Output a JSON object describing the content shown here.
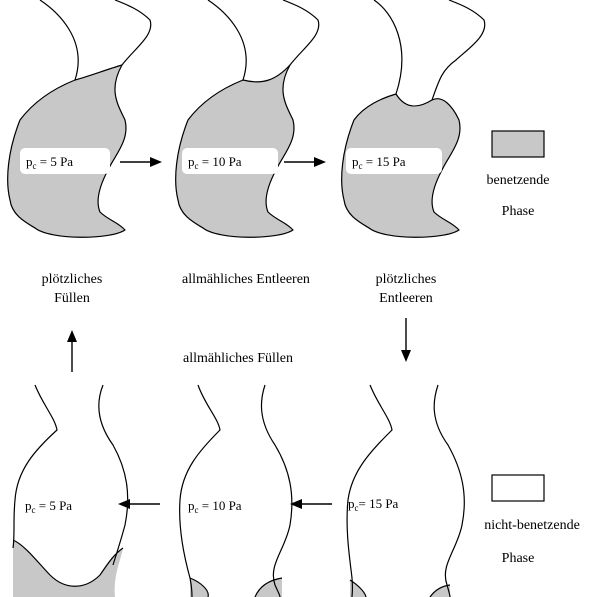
{
  "pressure_labels": {
    "top_1": {
      "p": "p",
      "sub": "c",
      "value": " =  5  Pa"
    },
    "top_2": {
      "p": "p",
      "sub": "c",
      "value": " = 10  Pa"
    },
    "top_3": {
      "p": "p",
      "sub": "c",
      "value": " = 15  Pa"
    },
    "bottom_1": {
      "p": "p",
      "sub": "c",
      "value": " =  5  Pa"
    },
    "bottom_2": {
      "p": "p",
      "sub": "c",
      "value": " = 10  Pa"
    },
    "bottom_3": {
      "p": "p",
      "sub": "c",
      "value": "=  15  Pa"
    }
  },
  "process_labels": {
    "sudden_filling_1": "plötzliches",
    "sudden_filling_2": "Füllen",
    "gradual_draining": "allmähliches  Entleeren",
    "sudden_draining_1": "plötzliches",
    "sudden_draining_2": "Entleeren",
    "gradual_filling": "allmähliches  Füllen"
  },
  "legend": {
    "wetting_1": "benetzende",
    "wetting_2": "Phase",
    "nonwetting_1": "nicht-benetzende",
    "nonwetting_2": "Phase"
  },
  "colors": {
    "wetting_phase": "#c8c8c8",
    "nonwetting_phase": "#ffffff",
    "outline": "#000000"
  }
}
